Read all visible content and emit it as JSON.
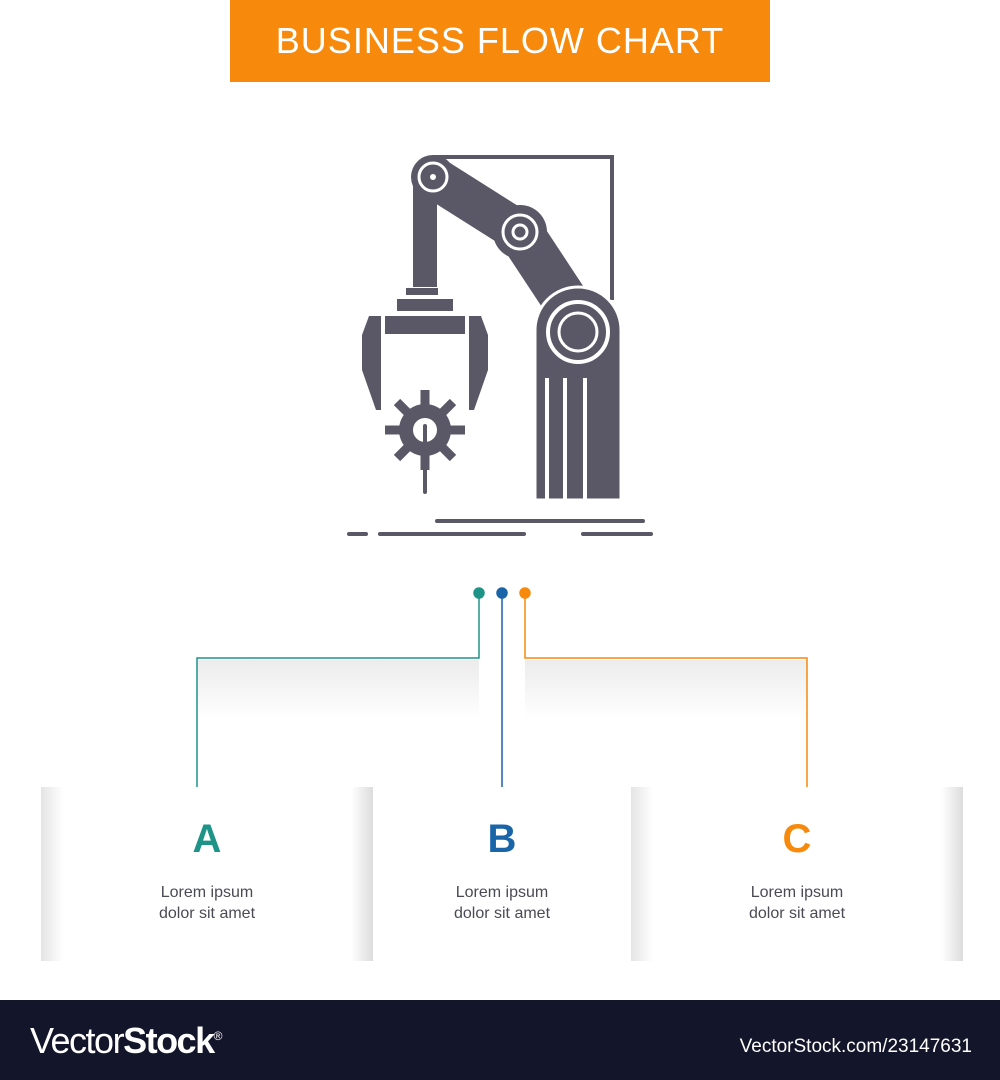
{
  "title": "BUSINESS FLOW CHART",
  "colors": {
    "orange": "#f7890c",
    "teal": "#1e9488",
    "blue": "#1a64a8",
    "icon": "#5a5866",
    "footer": "#13152a"
  },
  "icon": "robot-arm-gear-icon",
  "steps": [
    {
      "letter": "A",
      "line1": "Lorem ipsum",
      "line2": "dolor sit amet"
    },
    {
      "letter": "B",
      "line1": "Lorem ipsum",
      "line2": "dolor sit amet"
    },
    {
      "letter": "C",
      "line1": "Lorem ipsum",
      "line2": "dolor sit amet"
    }
  ],
  "footer": {
    "logo_light": "Vector",
    "logo_bold": "Stock",
    "reg": "®",
    "url": "VectorStock.com/23147631"
  }
}
